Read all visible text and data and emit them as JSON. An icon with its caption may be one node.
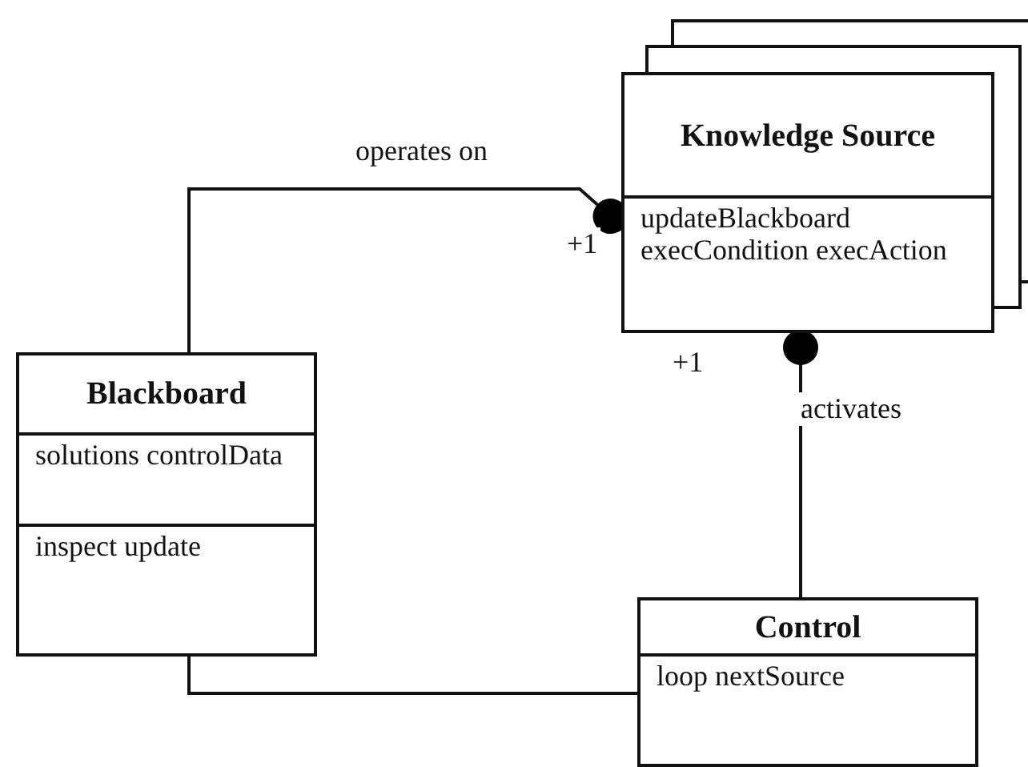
{
  "diagram": {
    "nodes": [
      {
        "text": [
          "Blackboard",
          "solutions controlData",
          "inspect update"
        ]
      },
      {
        "text": [
          "Knowledge Source",
          "updateBlackboard execCondition execAction"
        ]
      },
      {
        "text": [
          "Control",
          "loop nextSource"
        ]
      }
    ],
    "edges": [
      {
        "from": 0,
        "to": 1,
        "arrow": "other",
        "label": "operates on"
      },
      {
        "from": 2,
        "to": 1,
        "arrow": "other",
        "label": "activates"
      },
      {
        "from": 0,
        "to": 2,
        "arrow": "none"
      }
    ],
    "labels": [
      "+1",
      "+1"
    ]
  }
}
